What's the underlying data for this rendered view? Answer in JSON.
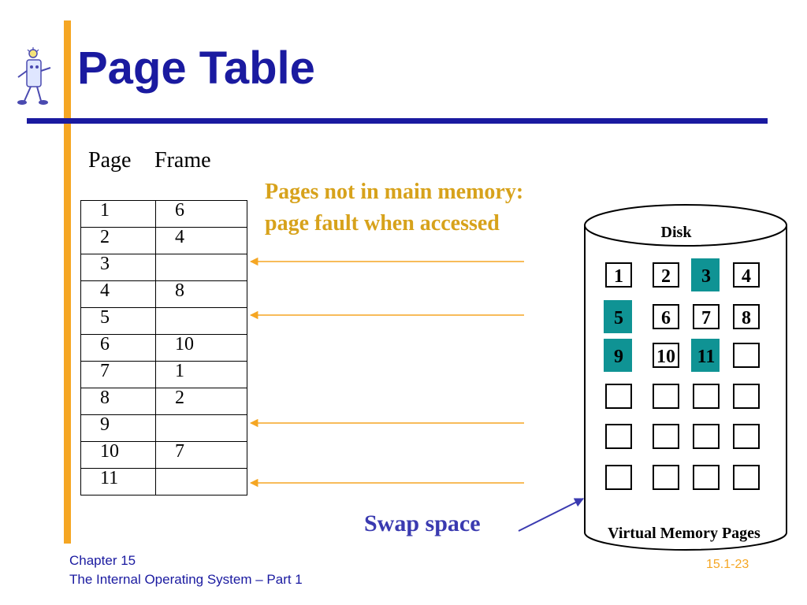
{
  "slide": {
    "title": "Page Table",
    "note_line1": "Pages not in main memory:",
    "note_line2": "page fault when accessed",
    "swap_label": "Swap space",
    "footer_chapter": "Chapter 15",
    "footer_subtitle": "The Internal Operating System – Part 1",
    "page_number": "15.1-23"
  },
  "page_table": {
    "header_page": "Page",
    "header_frame": "Frame",
    "rows": [
      {
        "page": "1",
        "frame": "6"
      },
      {
        "page": "2",
        "frame": "4"
      },
      {
        "page": "3",
        "frame": ""
      },
      {
        "page": "4",
        "frame": "8"
      },
      {
        "page": "5",
        "frame": ""
      },
      {
        "page": "6",
        "frame": "10"
      },
      {
        "page": "7",
        "frame": "1"
      },
      {
        "page": "8",
        "frame": "2"
      },
      {
        "page": "9",
        "frame": ""
      },
      {
        "page": "10",
        "frame": "7"
      },
      {
        "page": "11",
        "frame": ""
      }
    ]
  },
  "disk": {
    "top_label": "Disk",
    "bottom_label": "Virtual Memory Pages",
    "cells": [
      "1",
      "2",
      "3",
      "4",
      "5",
      "6",
      "7",
      "8",
      "9",
      "10",
      "11",
      "",
      "",
      "",
      "",
      "",
      "",
      "",
      "",
      "",
      "",
      "",
      "",
      ""
    ],
    "highlighted": [
      "3",
      "5",
      "9",
      "11"
    ]
  },
  "colors": {
    "title": "#1a1aa0",
    "accent_bar": "#f5a623",
    "note": "#d7a21b",
    "arrow": "#f5a623",
    "highlight": "#0f9394",
    "swap": "#3a3ab0"
  }
}
